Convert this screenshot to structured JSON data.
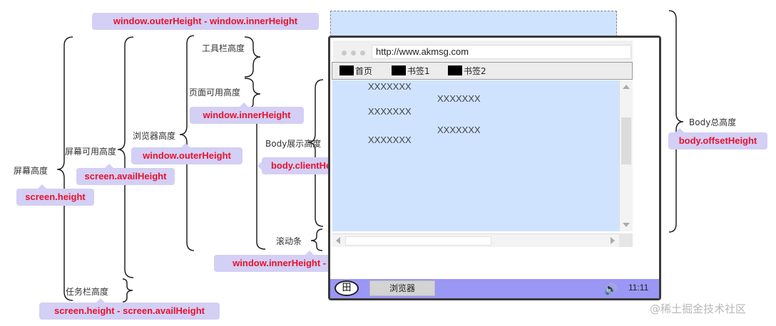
{
  "labels": {
    "screen_height": "屏幕高度",
    "avail_height": "屏幕可用高度",
    "browser_height": "浏览器高度",
    "toolbar_height": "工具栏高度",
    "page_avail_height": "页面可用高度",
    "body_display_height": "Body展示高度",
    "scrollbar": "滚动条",
    "taskbar_height": "任务栏高度",
    "body_total_height": "Body总高度"
  },
  "tags": {
    "outer_minus_inner": "window.outerHeight - window.innerHeight",
    "inner_height": "window.innerHeight",
    "outer_height": "window.outerHeight",
    "avail_height": "screen.availHeight",
    "screen_height": "screen.height",
    "client_height": "body.clientHeight",
    "inner_minus_client": "window.innerHeight - body.clientHeight",
    "height_minus_avail": "screen.height - screen.availHeight",
    "offset_height": "body.offsetHeight"
  },
  "browser": {
    "url": "http://www.akmsg.com",
    "bookmarks": [
      "首页",
      "书签1",
      "书签2"
    ],
    "content_lines": [
      "XXXXXXX",
      "XXXXXXX",
      "XXXXXXX",
      "XXXXXXX",
      "XXXXXXX"
    ]
  },
  "taskbar": {
    "start_icon": "田",
    "app": "浏览器",
    "speaker_icon": "🔊",
    "time": "11:11"
  },
  "watermark": "@稀土掘金技术社区",
  "colors": {
    "tag_bg": "#d3cff5",
    "tag_text": "#e8112d",
    "viewport": "#cfe3ff",
    "taskbar": "#9b97f5"
  }
}
